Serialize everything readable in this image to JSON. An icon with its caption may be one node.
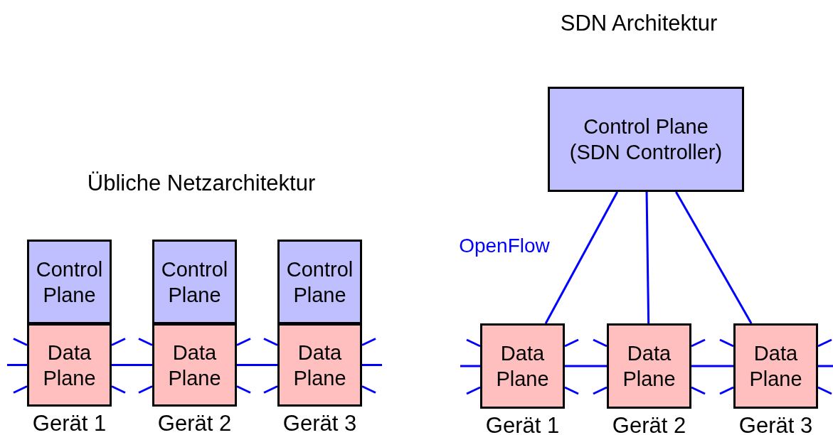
{
  "diagram": {
    "nodes": [
      {
        "text": [
          "Control Plane"
        ]
      },
      {
        "text": [
          "Data Plane"
        ],
        "beside": [
          "Gerät 1"
        ]
      },
      {
        "text": [
          "Control Plane"
        ]
      },
      {
        "text": [
          "Data Plane"
        ],
        "beside": [
          "Gerät 2"
        ]
      },
      {
        "text": [
          "Control Plane"
        ]
      },
      {
        "text": [
          "Data Plane"
        ],
        "beside": [
          "Gerät 3"
        ]
      },
      {
        "text": [
          "Control Plane (SDN Controller)"
        ]
      },
      {
        "text": [
          "Data Plane"
        ],
        "beside": [
          "Gerät 1"
        ]
      },
      {
        "text": [
          "Data Plane"
        ],
        "beside": [
          "Gerät 2"
        ]
      },
      {
        "text": [
          "Data Plane"
        ],
        "beside": [
          "Gerät 3"
        ]
      }
    ],
    "edges": [
      {
        "from": 1,
        "to": 3,
        "arrow": "none"
      },
      {
        "from": 3,
        "to": 5,
        "arrow": "none"
      },
      {
        "from": 1,
        "to": null,
        "arrow": "none"
      },
      {
        "from": 1,
        "to": null,
        "arrow": "none"
      },
      {
        "from": 1,
        "to": null,
        "arrow": "none"
      },
      {
        "from": 1,
        "to": null,
        "arrow": "none"
      },
      {
        "from": 1,
        "to": null,
        "arrow": "none"
      },
      {
        "from": 3,
        "to": null,
        "arrow": "none"
      },
      {
        "from": 3,
        "to": null,
        "arrow": "none"
      },
      {
        "from": 3,
        "to": null,
        "arrow": "none"
      },
      {
        "from": 3,
        "to": null,
        "arrow": "none"
      },
      {
        "from": 5,
        "to": null,
        "arrow": "none"
      },
      {
        "from": 5,
        "to": null,
        "arrow": "none"
      },
      {
        "from": 5,
        "to": null,
        "arrow": "none"
      },
      {
        "from": 5,
        "to": null,
        "arrow": "none"
      },
      {
        "from": 5,
        "to": null,
        "arrow": "none"
      },
      {
        "from": 6,
        "to": 7,
        "arrow": "none"
      },
      {
        "from": 6,
        "to": 8,
        "arrow": "none"
      },
      {
        "from": 6,
        "to": 9,
        "arrow": "none"
      },
      {
        "from": 7,
        "to": 8,
        "arrow": "none"
      },
      {
        "from": 8,
        "to": 9,
        "arrow": "none"
      },
      {
        "from": 7,
        "to": null,
        "arrow": "none"
      },
      {
        "from": 7,
        "to": null,
        "arrow": "none"
      },
      {
        "from": 7,
        "to": null,
        "arrow": "none"
      },
      {
        "from": 7,
        "to": null,
        "arrow": "none"
      },
      {
        "from": 7,
        "to": null,
        "arrow": "none"
      },
      {
        "from": 8,
        "to": null,
        "arrow": "none"
      },
      {
        "from": 8,
        "to": null,
        "arrow": "none"
      },
      {
        "from": 8,
        "to": null,
        "arrow": "none"
      },
      {
        "from": 8,
        "to": null,
        "arrow": "none"
      },
      {
        "from": 9,
        "to": null,
        "arrow": "none"
      },
      {
        "from": 9,
        "to": null,
        "arrow": "none"
      },
      {
        "from": 9,
        "to": null,
        "arrow": "none"
      },
      {
        "from": 9,
        "to": null,
        "arrow": "none"
      },
      {
        "from": 9,
        "to": null,
        "arrow": "none"
      }
    ],
    "labels": [
      "SDN Architektur",
      "Übliche Netzarchitektur",
      "OpenFlow"
    ]
  }
}
